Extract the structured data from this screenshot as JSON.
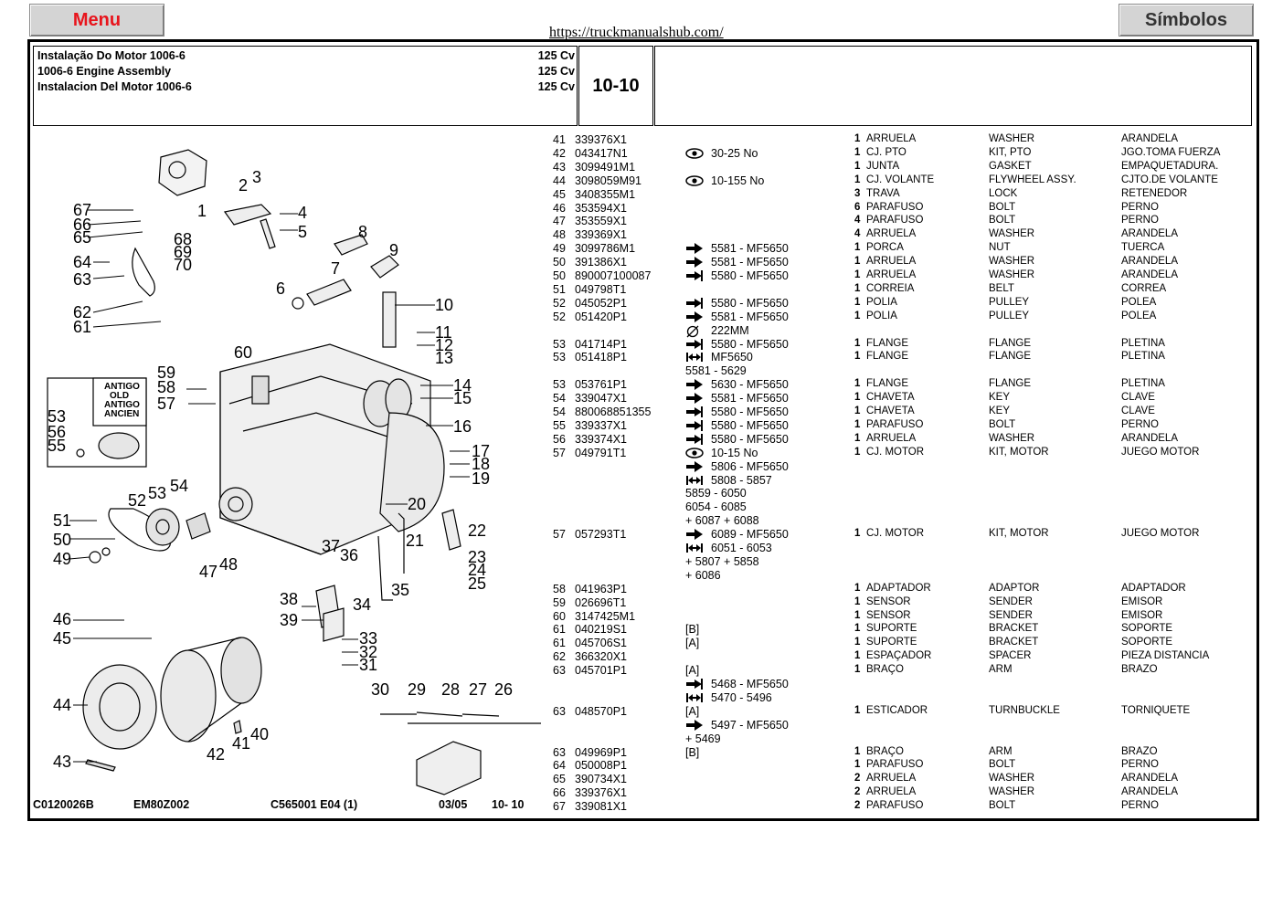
{
  "buttons": {
    "menu": "Menu",
    "simbolos": "Símbolos"
  },
  "url": "https://truckmanualshub.com/",
  "title": {
    "lines": [
      "Instalação Do Motor 1006-6",
      "1006-6 Engine Assembly",
      "Instalacion Del Motor 1006-6"
    ],
    "power": [
      "125 Cv",
      "125 Cv",
      "125 Cv"
    ]
  },
  "page_code": "10-10",
  "footer": {
    "doc": "C0120026B",
    "em": "EM80Z002",
    "serial": "C565001  E04   (1)",
    "date": "03/05",
    "page": "10- 10"
  },
  "insert_labels": [
    "ANTIGO",
    "OLD",
    "ANTIGO",
    "ANCIEN"
  ],
  "callouts": [
    "1",
    "2",
    "3",
    "4",
    "5",
    "6",
    "7",
    "8",
    "9",
    "10",
    "11",
    "12",
    "13",
    "14",
    "15",
    "16",
    "17",
    "18",
    "19",
    "20",
    "21",
    "22",
    "23",
    "24",
    "25",
    "26",
    "27",
    "28",
    "29",
    "30",
    "31",
    "32",
    "33",
    "34",
    "35",
    "36",
    "37",
    "38",
    "39",
    "40",
    "41",
    "42",
    "43",
    "44",
    "45",
    "46",
    "47",
    "48",
    "49",
    "50",
    "51",
    "52",
    "53",
    "54",
    "55",
    "56",
    "57",
    "58",
    "59",
    "60",
    "61",
    "62",
    "63",
    "64",
    "65",
    "66",
    "67",
    "68",
    "69",
    "70",
    "53",
    "55",
    "56"
  ],
  "rows": [
    {
      "ref": "41",
      "part": "339376X1",
      "sym": "",
      "note": "",
      "qty": "1",
      "pt": "ARRUELA",
      "en": "WASHER",
      "es": "ARANDELA"
    },
    {
      "ref": "42",
      "part": "043417N1",
      "sym": "eye",
      "note": "30-25 No",
      "qty": "1",
      "pt": "CJ. PTO",
      "en": "KIT, PTO",
      "es": "JGO.TOMA FUERZA"
    },
    {
      "ref": "43",
      "part": "3099491M1",
      "sym": "",
      "note": "",
      "qty": "1",
      "pt": "JUNTA",
      "en": "GASKET",
      "es": "EMPAQUETADURA."
    },
    {
      "ref": "44",
      "part": "3098059M91",
      "sym": "eye",
      "note": "10-155 No",
      "qty": "1",
      "pt": "CJ. VOLANTE",
      "en": "FLYWHEEL ASSY.",
      "es": "CJTO.DE VOLANTE"
    },
    {
      "ref": "45",
      "part": "3408355M1",
      "sym": "",
      "note": "",
      "qty": "3",
      "pt": "TRAVA",
      "en": "LOCK",
      "es": "RETENEDOR"
    },
    {
      "ref": "46",
      "part": "353594X1",
      "sym": "",
      "note": "",
      "qty": "6",
      "pt": "PARAFUSO",
      "en": "BOLT",
      "es": "PERNO"
    },
    {
      "ref": "47",
      "part": "353559X1",
      "sym": "",
      "note": "",
      "qty": "4",
      "pt": "PARAFUSO",
      "en": "BOLT",
      "es": "PERNO"
    },
    {
      "ref": "48",
      "part": "339369X1",
      "sym": "",
      "note": "",
      "qty": "4",
      "pt": "ARRUELA",
      "en": "WASHER",
      "es": "ARANDELA"
    },
    {
      "ref": "49",
      "part": "3099786M1",
      "sym": "from",
      "note": "5581 - MF5650",
      "qty": "1",
      "pt": "PORCA",
      "en": "NUT",
      "es": "TUERCA"
    },
    {
      "ref": "50",
      "part": "391386X1",
      "sym": "from",
      "note": "5581 - MF5650",
      "qty": "1",
      "pt": "ARRUELA",
      "en": "WASHER",
      "es": "ARANDELA"
    },
    {
      "ref": "50",
      "part": "890007100087",
      "sym": "to",
      "note": "5580 - MF5650",
      "qty": "1",
      "pt": "ARRUELA",
      "en": "WASHER",
      "es": "ARANDELA"
    },
    {
      "ref": "51",
      "part": "049798T1",
      "sym": "",
      "note": "",
      "qty": "1",
      "pt": "CORREIA",
      "en": "BELT",
      "es": "CORREA"
    },
    {
      "ref": "52",
      "part": "045052P1",
      "sym": "to",
      "note": "5580 - MF5650",
      "qty": "1",
      "pt": "POLIA",
      "en": "PULLEY",
      "es": "POLEA"
    },
    {
      "ref": "52",
      "part": "051420P1",
      "sym": "from",
      "note": "5581 - MF5650",
      "qty": "1",
      "pt": "POLIA",
      "en": "PULLEY",
      "es": "POLEA"
    },
    {
      "ref": "",
      "part": "",
      "sym": "diam",
      "note": "222MM",
      "qty": "",
      "pt": "",
      "en": "",
      "es": ""
    },
    {
      "ref": "53",
      "part": "041714P1",
      "sym": "to",
      "note": "5580 - MF5650",
      "qty": "1",
      "pt": "FLANGE",
      "en": "FLANGE",
      "es": "PLETINA"
    },
    {
      "ref": "53",
      "part": "051418P1",
      "sym": "between",
      "note": "MF5650",
      "qty": "1",
      "pt": "FLANGE",
      "en": "FLANGE",
      "es": "PLETINA"
    },
    {
      "ref": "",
      "part": "",
      "sym": "none",
      "note": "5581 - 5629",
      "qty": "",
      "pt": "",
      "en": "",
      "es": ""
    },
    {
      "ref": "53",
      "part": "053761P1",
      "sym": "from",
      "note": "5630 - MF5650",
      "qty": "1",
      "pt": "FLANGE",
      "en": "FLANGE",
      "es": "PLETINA"
    },
    {
      "ref": "54",
      "part": "339047X1",
      "sym": "from",
      "note": "5581 - MF5650",
      "qty": "1",
      "pt": "CHAVETA",
      "en": "KEY",
      "es": "CLAVE"
    },
    {
      "ref": "54",
      "part": "880068851355",
      "sym": "to",
      "note": "5580 - MF5650",
      "qty": "1",
      "pt": "CHAVETA",
      "en": "KEY",
      "es": "CLAVE"
    },
    {
      "ref": "55",
      "part": "339337X1",
      "sym": "to",
      "note": "5580 - MF5650",
      "qty": "1",
      "pt": "PARAFUSO",
      "en": "BOLT",
      "es": "PERNO"
    },
    {
      "ref": "56",
      "part": "339374X1",
      "sym": "to",
      "note": "5580 - MF5650",
      "qty": "1",
      "pt": "ARRUELA",
      "en": "WASHER",
      "es": "ARANDELA"
    },
    {
      "ref": "57",
      "part": "049791T1",
      "sym": "eye",
      "note": "10-15 No",
      "qty": "1",
      "pt": "CJ. MOTOR",
      "en": "KIT, MOTOR",
      "es": "JUEGO MOTOR"
    },
    {
      "ref": "",
      "part": "",
      "sym": "from",
      "note": "5806 - MF5650",
      "qty": "",
      "pt": "",
      "en": "",
      "es": ""
    },
    {
      "ref": "",
      "part": "",
      "sym": "between",
      "note": "5808 - 5857",
      "qty": "",
      "pt": "",
      "en": "",
      "es": ""
    },
    {
      "ref": "",
      "part": "",
      "sym": "none",
      "note": "5859 - 6050",
      "qty": "",
      "pt": "",
      "en": "",
      "es": ""
    },
    {
      "ref": "",
      "part": "",
      "sym": "none",
      "note": "6054 - 6085",
      "qty": "",
      "pt": "",
      "en": "",
      "es": ""
    },
    {
      "ref": "",
      "part": "",
      "sym": "none",
      "note": "+ 6087 + 6088",
      "qty": "",
      "pt": "",
      "en": "",
      "es": ""
    },
    {
      "ref": "57",
      "part": "057293T1",
      "sym": "from",
      "note": "6089 - MF5650",
      "qty": "1",
      "pt": "CJ. MOTOR",
      "en": "KIT, MOTOR",
      "es": "JUEGO MOTOR"
    },
    {
      "ref": "",
      "part": "",
      "sym": "between",
      "note": "6051 - 6053",
      "qty": "",
      "pt": "",
      "en": "",
      "es": ""
    },
    {
      "ref": "",
      "part": "",
      "sym": "none",
      "note": "+ 5807 + 5858",
      "qty": "",
      "pt": "",
      "en": "",
      "es": ""
    },
    {
      "ref": "",
      "part": "",
      "sym": "none",
      "note": "+ 6086",
      "qty": "",
      "pt": "",
      "en": "",
      "es": ""
    },
    {
      "ref": "58",
      "part": "041963P1",
      "sym": "",
      "note": "",
      "qty": "1",
      "pt": "ADAPTADOR",
      "en": "ADAPTOR",
      "es": "ADAPTADOR"
    },
    {
      "ref": "59",
      "part": "026696T1",
      "sym": "",
      "note": "",
      "qty": "1",
      "pt": "SENSOR",
      "en": "SENDER",
      "es": "EMISOR"
    },
    {
      "ref": "60",
      "part": "3147425M1",
      "sym": "",
      "note": "",
      "qty": "1",
      "pt": "SENSOR",
      "en": "SENDER",
      "es": "EMISOR"
    },
    {
      "ref": "61",
      "part": "040219S1",
      "sym": "none",
      "note": "[B]",
      "qty": "1",
      "pt": "SUPORTE",
      "en": "BRACKET",
      "es": "SOPORTE"
    },
    {
      "ref": "61",
      "part": "045706S1",
      "sym": "none",
      "note": "[A]",
      "qty": "1",
      "pt": "SUPORTE",
      "en": "BRACKET",
      "es": "SOPORTE"
    },
    {
      "ref": "62",
      "part": "366320X1",
      "sym": "",
      "note": "",
      "qty": "1",
      "pt": "ESPAÇADOR",
      "en": "SPACER",
      "es": "PIEZA DISTANCIA"
    },
    {
      "ref": "63",
      "part": "045701P1",
      "sym": "none",
      "note": "[A]",
      "qty": "1",
      "pt": "BRAÇO",
      "en": "ARM",
      "es": "BRAZO"
    },
    {
      "ref": "",
      "part": "",
      "sym": "to",
      "note": "5468 - MF5650",
      "qty": "",
      "pt": "",
      "en": "",
      "es": ""
    },
    {
      "ref": "",
      "part": "",
      "sym": "between",
      "note": "5470 - 5496",
      "qty": "",
      "pt": "",
      "en": "",
      "es": ""
    },
    {
      "ref": "63",
      "part": "048570P1",
      "sym": "none",
      "note": "[A]",
      "qty": "1",
      "pt": "ESTICADOR",
      "en": "TURNBUCKLE",
      "es": "TORNIQUETE"
    },
    {
      "ref": "",
      "part": "",
      "sym": "from",
      "note": "5497 - MF5650",
      "qty": "",
      "pt": "",
      "en": "",
      "es": ""
    },
    {
      "ref": "",
      "part": "",
      "sym": "none",
      "note": "+ 5469",
      "qty": "",
      "pt": "",
      "en": "",
      "es": ""
    },
    {
      "ref": "63",
      "part": "049969P1",
      "sym": "none",
      "note": "[B]",
      "qty": "1",
      "pt": "BRAÇO",
      "en": "ARM",
      "es": "BRAZO"
    },
    {
      "ref": "64",
      "part": "050008P1",
      "sym": "",
      "note": "",
      "qty": "1",
      "pt": "PARAFUSO",
      "en": "BOLT",
      "es": "PERNO"
    },
    {
      "ref": "65",
      "part": "390734X1",
      "sym": "",
      "note": "",
      "qty": "2",
      "pt": "ARRUELA",
      "en": "WASHER",
      "es": "ARANDELA"
    },
    {
      "ref": "66",
      "part": "339376X1",
      "sym": "",
      "note": "",
      "qty": "2",
      "pt": "ARRUELA",
      "en": "WASHER",
      "es": "ARANDELA"
    },
    {
      "ref": "67",
      "part": "339081X1",
      "sym": "",
      "note": "",
      "qty": "2",
      "pt": "PARAFUSO",
      "en": "BOLT",
      "es": "PERNO"
    }
  ]
}
